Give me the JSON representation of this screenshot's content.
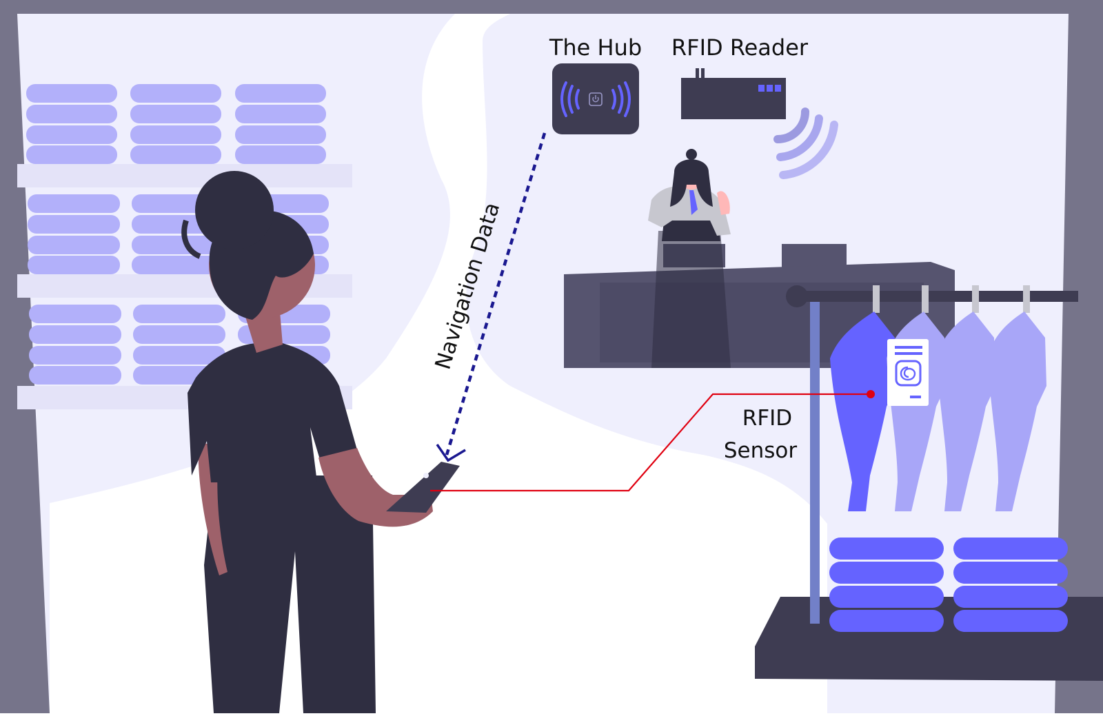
{
  "labels": {
    "hub": "The Hub",
    "reader": "RFID Reader",
    "navigation": "Navigation Data",
    "sensor_line1": "RFID",
    "sensor_line2": "Sensor"
  },
  "colors": {
    "wall": "#76748a",
    "room": "#efeffd",
    "floor": "#ffffff",
    "dark": "#2f2e41",
    "skin": "#9e616a",
    "lavender": "#a8a6f8",
    "lavender_light": "#bebdf9",
    "accent": "#6563ff",
    "navy": "#1a1890",
    "sensor_line": "#e00010"
  },
  "icons": {
    "hub": "hub-device-icon",
    "hub_power": "power-icon",
    "reader": "rfid-reader-icon",
    "signal": "wireless-signal-icon",
    "tag": "rfid-tag-icon",
    "phone": "smartphone-icon"
  }
}
